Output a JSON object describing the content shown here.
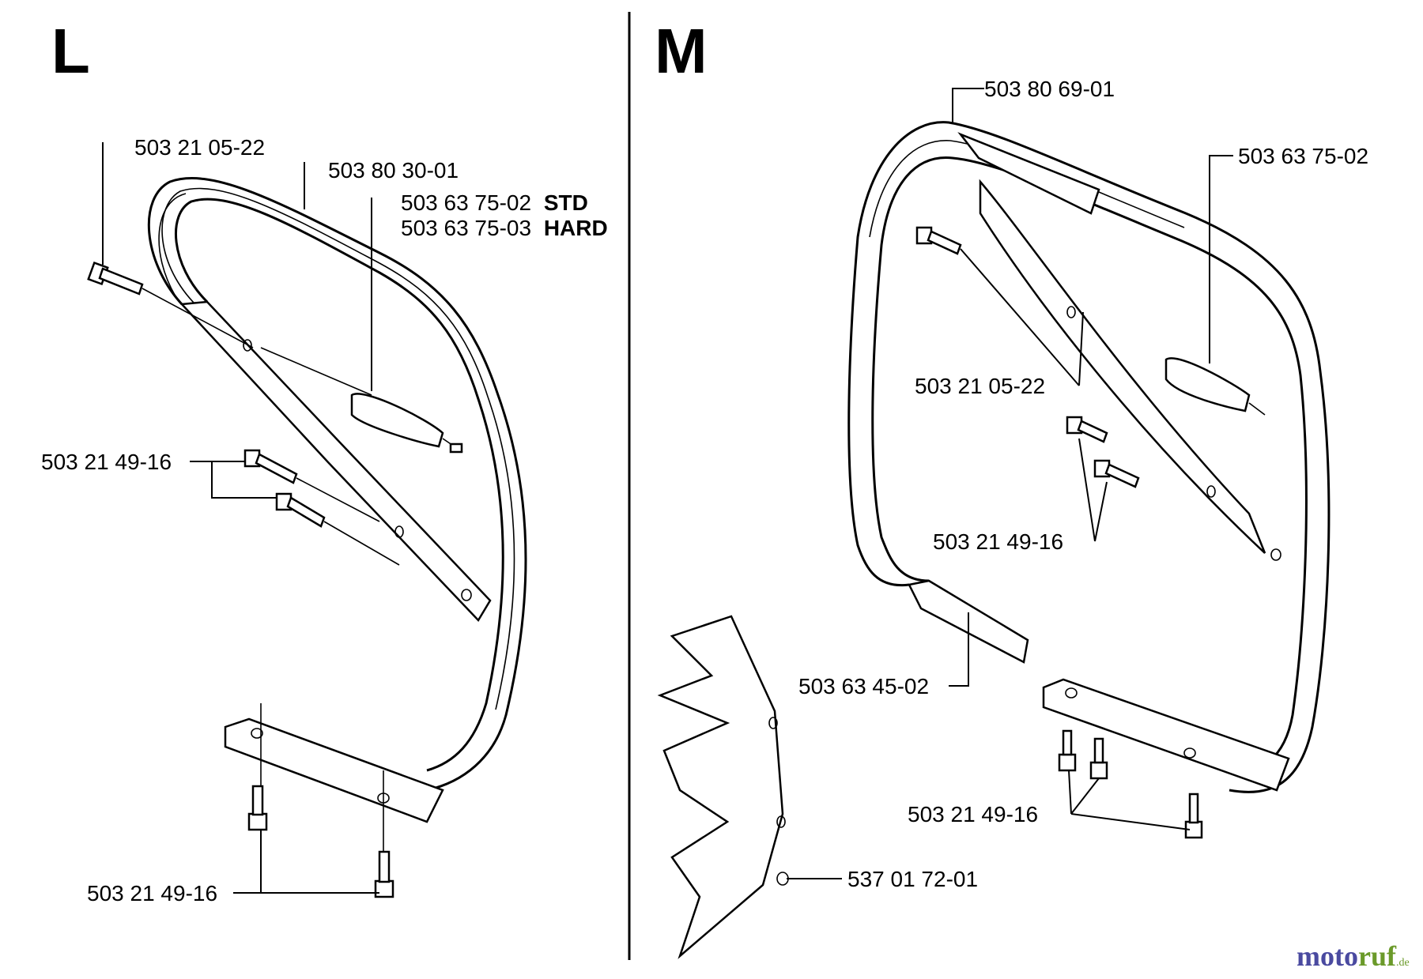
{
  "sections": [
    {
      "letter": "L",
      "parts": [
        {
          "number": "503 21 05-22",
          "suffix": ""
        },
        {
          "number": "503 80 30-01",
          "suffix": ""
        },
        {
          "number": "503 63 75-02",
          "suffix": "STD"
        },
        {
          "number": "503 63 75-03",
          "suffix": "HARD"
        },
        {
          "number": "503 21 49-16",
          "suffix": ""
        },
        {
          "number": "503 21 49-16",
          "suffix": ""
        }
      ]
    },
    {
      "letter": "M",
      "parts": [
        {
          "number": "503 80 69-01",
          "suffix": ""
        },
        {
          "number": "503 63 75-02",
          "suffix": ""
        },
        {
          "number": "503 21 05-22",
          "suffix": ""
        },
        {
          "number": "503 21 49-16",
          "suffix": ""
        },
        {
          "number": "503 63 45-02",
          "suffix": ""
        },
        {
          "number": "503 21 49-16",
          "suffix": ""
        },
        {
          "number": "537 01 72-01",
          "suffix": ""
        }
      ]
    }
  ],
  "watermark": {
    "main_a": "moto",
    "main_b": "ruf",
    "tld": ".de",
    "color_a": "#4a4aa0",
    "color_b": "#6b9a2a"
  }
}
